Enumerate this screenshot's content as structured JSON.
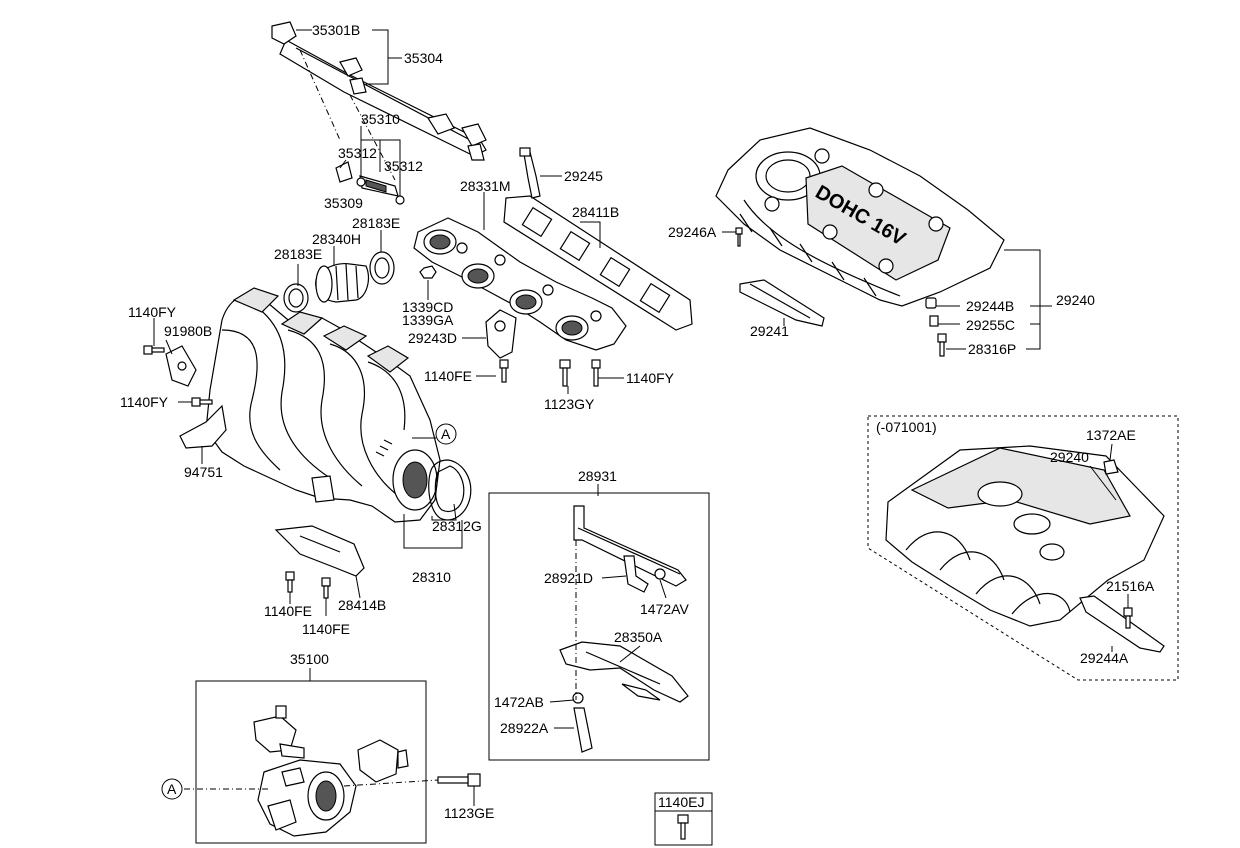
{
  "diagram": {
    "callouts": {
      "c35301B": "35301B",
      "c35304": "35304",
      "c35310": "35310",
      "c35312a": "35312",
      "c35312b": "35312",
      "c35309": "35309",
      "c29245": "29245",
      "c28331M": "28331M",
      "c28411B": "28411B",
      "c28183Ea": "28183E",
      "c28340H": "28340H",
      "c28183Eb": "28183E",
      "c1339CD": "1339CD",
      "c1339GA": "1339GA",
      "c29243D": "29243D",
      "c1140FEa": "1140FE",
      "c1123GY": "1123GY",
      "c1140FYa": "1140FY",
      "c1140FYb": "1140FY",
      "c91980B": "91980B",
      "c1140FYc": "1140FY",
      "c94751": "94751",
      "c28312G": "28312G",
      "c28310": "28310",
      "c1140FEb": "1140FE",
      "c1140FEc": "1140FE",
      "c28414B": "28414B",
      "c29246A": "29246A",
      "c29241": "29241",
      "c29244B": "29244B",
      "c29255C": "29255C",
      "c28316P": "28316P",
      "c29240a": "29240",
      "c28931": "28931",
      "c28921D": "28921D",
      "c1472AVx": "1472AV",
      "c28350A": "28350A",
      "c1472AB": "1472AB",
      "c28922A": "28922A",
      "c35100": "35100",
      "c1123GE": "1123GE",
      "c1140EJ": "1140EJ",
      "c071001": "(-071001)",
      "c1372AE": "1372AE",
      "c29240b": "29240",
      "c21516A": "21516A",
      "c29244A": "29244A",
      "refA1": "A",
      "refA2": "A"
    },
    "cover_lettering": "DOHC 16V"
  }
}
